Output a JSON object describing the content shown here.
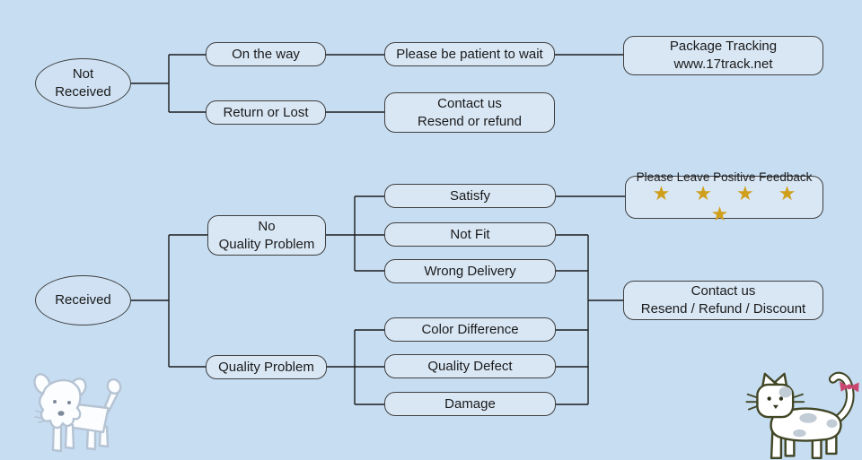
{
  "page": {
    "background_color": "#c6ddf2",
    "node_fill_color": "#d9e7f5",
    "node_border_color": "#3f3f3f",
    "connector_color": "#1c1c1c",
    "star_color": "#cf9e1b"
  },
  "not_received_branch": {
    "root": "Not Received",
    "root_line1": "Not",
    "root_line2": "Received",
    "on_the_way": "On the way",
    "please_wait": "Please be patient to wait",
    "tracking_line1": "Package Tracking",
    "tracking_line2": "www.17track.net",
    "return_or_lost": "Return or Lost",
    "contact_line1": "Contact us",
    "contact_line2": "Resend or refund"
  },
  "received_branch": {
    "root": "Received",
    "no_quality_line1": "No",
    "no_quality_line2": "Quality Problem",
    "quality_problem": "Quality Problem",
    "satisfy": "Satisfy",
    "not_fit": "Not Fit",
    "wrong_delivery": "Wrong Delivery",
    "color_difference": "Color Difference",
    "quality_defect": "Quality Defect",
    "damage": "Damage",
    "feedback_title": "Please Leave Positive Feedback",
    "feedback_stars": "★ ★ ★ ★ ★",
    "contact_line1": "Contact us",
    "contact_line2": "Resend / Refund / Discount"
  },
  "decorations": {
    "dog": "dog-doodle",
    "cat": "cat-doodle-with-pink-bow"
  }
}
